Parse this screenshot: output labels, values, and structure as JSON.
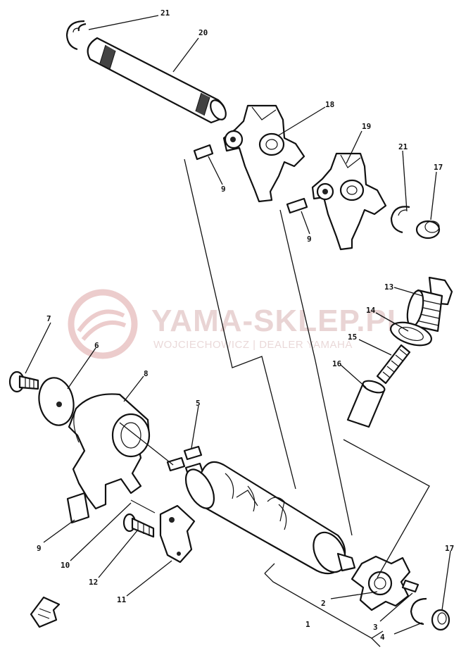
{
  "watermark": {
    "title": "YAMA-SKLEP.PL",
    "subtitle": "WOJCIECHOWICZ | DEALER YAMAHA",
    "color": "#e9c9c9"
  },
  "callouts": [
    "21",
    "20",
    "18",
    "19",
    "21",
    "17",
    "9",
    "9",
    "13",
    "14",
    "15",
    "16",
    "7",
    "6",
    "8",
    "5",
    "9",
    "10",
    "12",
    "11",
    "17",
    "2",
    "1",
    "3",
    "4"
  ],
  "icons": {
    "front_arrow": "front-arrow-icon",
    "watermark_logo": "yamaha-logo-watermark"
  }
}
